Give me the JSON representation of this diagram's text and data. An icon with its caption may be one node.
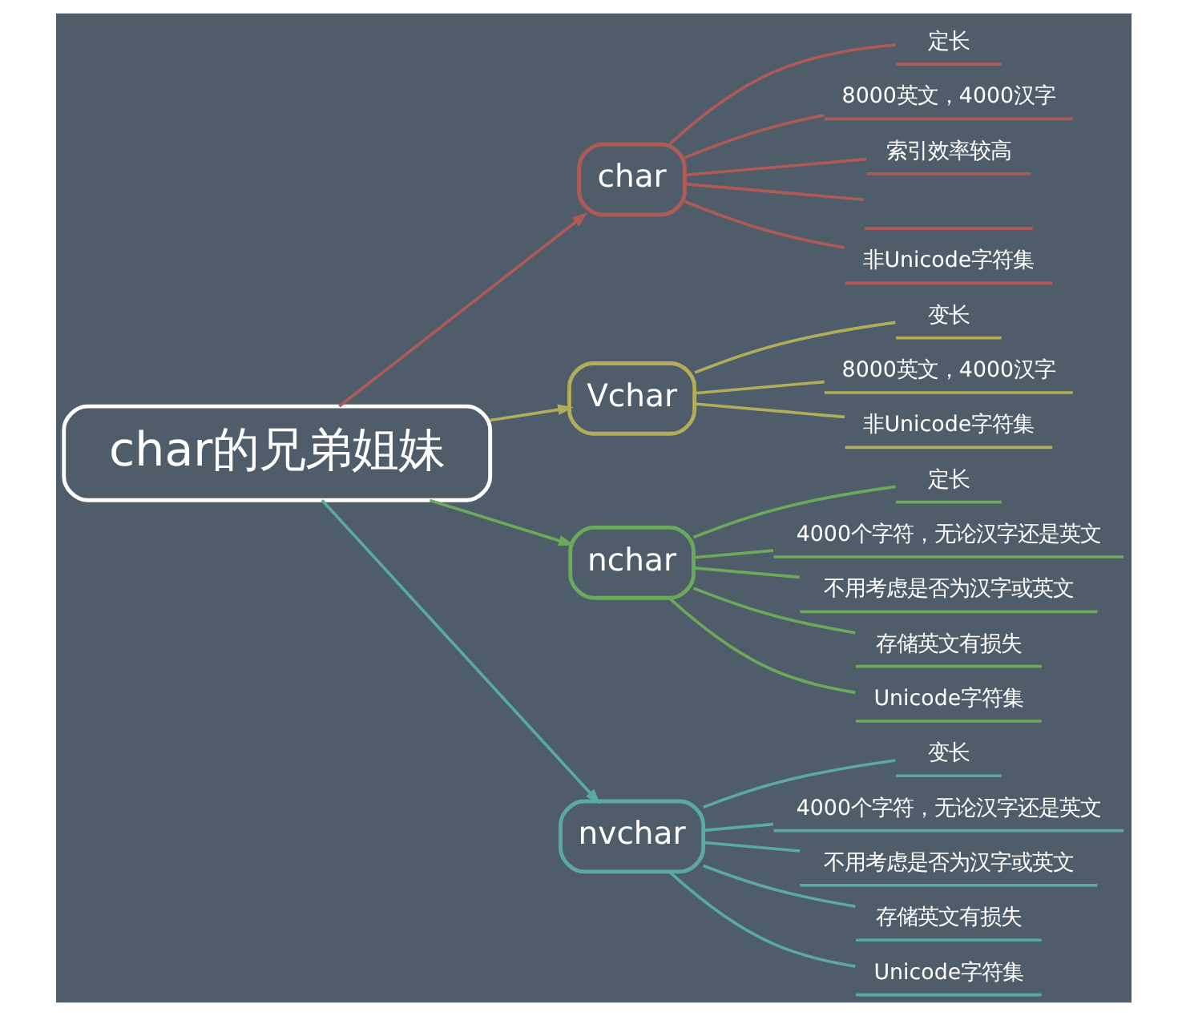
{
  "diagram": {
    "nodes": [
      {
        "text": [
          "char的兄弟姐妹"
        ]
      },
      {
        "text": [
          "char"
        ]
      },
      {
        "text": [
          "定长"
        ]
      },
      {
        "text": [
          "8000英文，4000汉字"
        ]
      },
      {
        "text": [
          "索引效率较高"
        ]
      },
      {
        "text": [],
        "shape": "box"
      },
      {
        "text": [
          "非Unicode字符集"
        ]
      },
      {
        "text": [
          "Vchar"
        ]
      },
      {
        "text": [
          "变长"
        ]
      },
      {
        "text": [
          "8000英文，4000汉字"
        ]
      },
      {
        "text": [
          "非Unicode字符集"
        ]
      },
      {
        "text": [
          "nchar"
        ]
      },
      {
        "text": [
          "定长"
        ]
      },
      {
        "text": [
          "4000个字符，无论汉字还是英文"
        ]
      },
      {
        "text": [
          "不用考虑是否为汉字或英文"
        ]
      },
      {
        "text": [
          "存储英文有损失"
        ]
      },
      {
        "text": [
          "Unicode字符集"
        ]
      },
      {
        "text": [
          "nvchar"
        ]
      },
      {
        "text": [
          "变长"
        ]
      },
      {
        "text": [
          "4000个字符，无论汉字还是英文"
        ]
      },
      {
        "text": [
          "不用考虑是否为汉字或英文"
        ]
      },
      {
        "text": [
          "存储英文有损失"
        ]
      },
      {
        "text": [
          "Unicode字符集"
        ]
      }
    ],
    "edges": [
      {
        "from": 0,
        "to": 1,
        "arrow": "to",
        "color": "#b05a55"
      },
      {
        "from": 1,
        "to": 2,
        "arrow": "none",
        "color": "#b05a55"
      },
      {
        "from": 1,
        "to": 3,
        "arrow": "none",
        "color": "#b05a55"
      },
      {
        "from": 1,
        "to": 4,
        "arrow": "none",
        "color": "#b05a55"
      },
      {
        "from": 1,
        "to": 5,
        "arrow": "none",
        "color": "#b05a55"
      },
      {
        "from": 1,
        "to": 6,
        "arrow": "none",
        "color": "#b05a55"
      },
      {
        "from": 0,
        "to": 7,
        "arrow": "to",
        "color": "#b3ad5a"
      },
      {
        "from": 7,
        "to": 8,
        "arrow": "none",
        "color": "#b3ad5a"
      },
      {
        "from": 7,
        "to": 9,
        "arrow": "none",
        "color": "#b3ad5a"
      },
      {
        "from": 7,
        "to": 10,
        "arrow": "none",
        "color": "#b3ad5a"
      },
      {
        "from": 0,
        "to": 11,
        "arrow": "to",
        "color": "#6aaa5a"
      },
      {
        "from": 11,
        "to": 12,
        "arrow": "none",
        "color": "#6aaa5a"
      },
      {
        "from": 11,
        "to": 13,
        "arrow": "none",
        "color": "#6aaa5a"
      },
      {
        "from": 11,
        "to": 14,
        "arrow": "none",
        "color": "#6aaa5a"
      },
      {
        "from": 11,
        "to": 15,
        "arrow": "none",
        "color": "#6aaa5a"
      },
      {
        "from": 11,
        "to": 16,
        "arrow": "none",
        "color": "#6aaa5a"
      },
      {
        "from": 0,
        "to": 17,
        "arrow": "to",
        "color": "#5aaaa0"
      },
      {
        "from": 17,
        "to": 18,
        "arrow": "none",
        "color": "#5aaaa0"
      },
      {
        "from": 17,
        "to": 19,
        "arrow": "none",
        "color": "#5aaaa0"
      },
      {
        "from": 17,
        "to": 20,
        "arrow": "none",
        "color": "#5aaaa0"
      },
      {
        "from": 17,
        "to": 21,
        "arrow": "none",
        "color": "#5aaaa0"
      },
      {
        "from": 17,
        "to": 22,
        "arrow": "none",
        "color": "#5aaaa0"
      }
    ]
  }
}
